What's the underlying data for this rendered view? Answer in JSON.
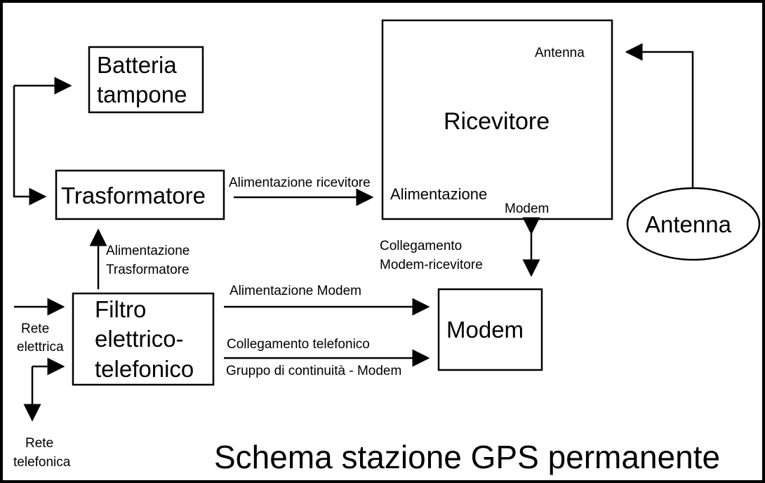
{
  "title": "Schema stazione GPS permanente",
  "blocks": {
    "batteria": [
      "Batteria",
      "tampone"
    ],
    "trasformatore": "Trasformatore",
    "ricevitore": "Ricevitore",
    "ricevitore_antenna_port": "Antenna",
    "ricevitore_alimentazione_port": "Alimentazione",
    "ricevitore_modem_port": "Modem",
    "antenna": "Antenna",
    "filtro": [
      "Filtro",
      "elettrico-",
      "telefonico"
    ],
    "modem": "Modem"
  },
  "connections": {
    "alimentazione_ricevitore": "Alimentazione ricevitore",
    "alimentazione_trasformatore": [
      "Alimentazione",
      "Trasformatore"
    ],
    "collegamento_modem_ricevitore": [
      "Collegamento",
      "Modem-ricevitore"
    ],
    "alimentazione_modem": "Alimentazione Modem",
    "collegamento_telefonico": "Collegamento telefonico",
    "gruppo_continuita": "Gruppo di continuità - Modem",
    "rete_elettrica": [
      "Rete",
      "elettrica"
    ],
    "rete_telefonica": [
      "Rete",
      "telefonica"
    ]
  },
  "colors": {
    "line": "#000000",
    "background": "#ffffff"
  }
}
